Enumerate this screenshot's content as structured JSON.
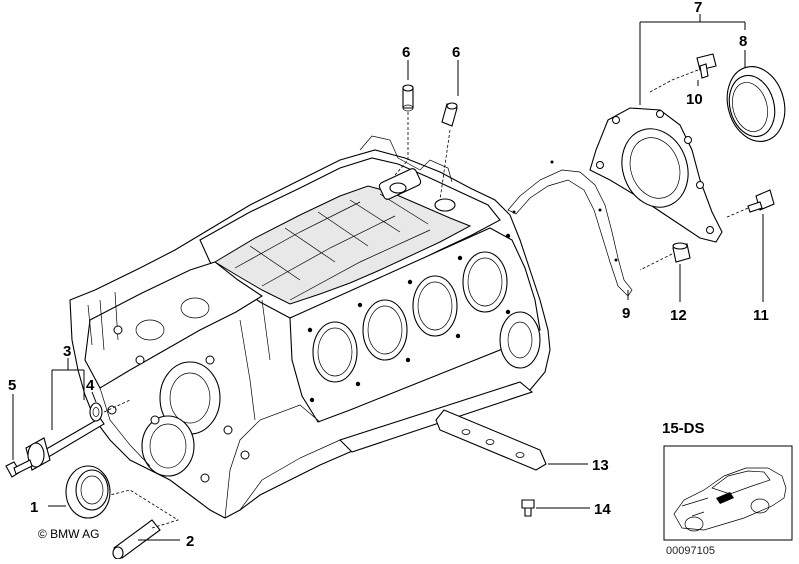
{
  "diagram": {
    "callouts": [
      {
        "id": "1",
        "label": "1"
      },
      {
        "id": "2",
        "label": "2"
      },
      {
        "id": "3",
        "label": "3"
      },
      {
        "id": "4",
        "label": "4"
      },
      {
        "id": "5",
        "label": "5"
      },
      {
        "id": "6a",
        "label": "6"
      },
      {
        "id": "6b",
        "label": "6"
      },
      {
        "id": "7",
        "label": "7"
      },
      {
        "id": "8",
        "label": "8"
      },
      {
        "id": "9",
        "label": "9"
      },
      {
        "id": "10",
        "label": "10"
      },
      {
        "id": "11",
        "label": "11"
      },
      {
        "id": "12",
        "label": "12"
      },
      {
        "id": "13",
        "label": "13"
      },
      {
        "id": "14",
        "label": "14"
      }
    ],
    "copyright": "© BMW AG",
    "model_code": "15-DS",
    "image_number": "00097105"
  }
}
